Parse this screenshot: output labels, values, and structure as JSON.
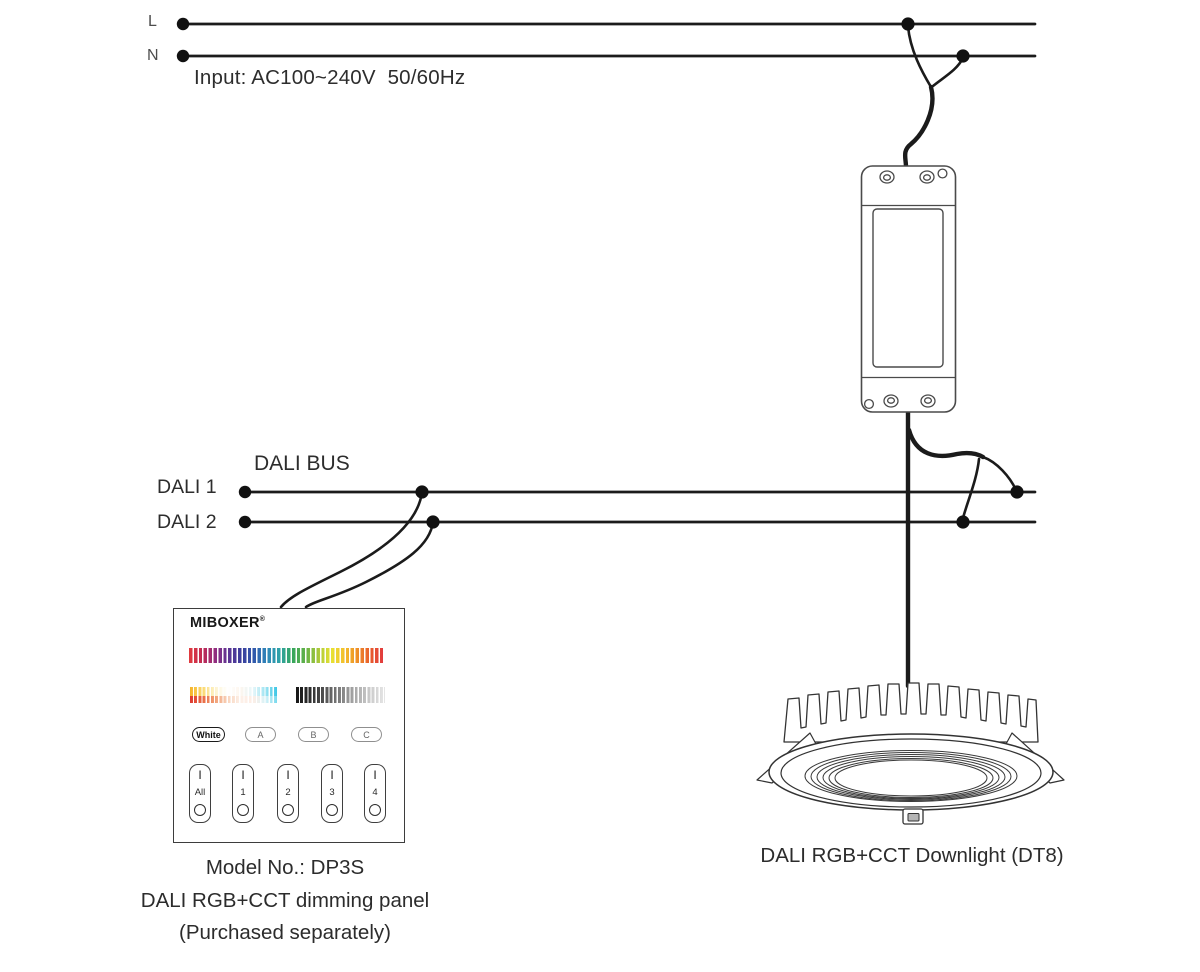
{
  "power": {
    "line_l_label": "L",
    "line_n_label": "N",
    "input_spec": "Input: AC100~240V  50/60Hz"
  },
  "dali_bus": {
    "title": "DALI BUS",
    "line1_label": "DALI 1",
    "line2_label": "DALI 2"
  },
  "panel": {
    "brand": "MIBOXER",
    "registered_mark": "®",
    "scene_buttons": {
      "white": "White",
      "a": "A",
      "b": "B",
      "c": "C"
    },
    "zone_on_symbol": "I",
    "zones": [
      "All",
      "1",
      "2",
      "3",
      "4"
    ],
    "caption": {
      "model": "Model No.: DP3S",
      "name": "DALI RGB+CCT dimming panel",
      "note": "(Purchased separately)"
    },
    "bars": {
      "hue": [
        "#e23b3e",
        "#c12a52",
        "#932d7e",
        "#5f3494",
        "#3c3c9c",
        "#3158ab",
        "#2f86b9",
        "#2fa3a8",
        "#35a65d",
        "#62b148",
        "#a8c83b",
        "#e7e232",
        "#f3c02c",
        "#ee8f27",
        "#e85c2b",
        "#e23b3e"
      ],
      "cct_top": [
        "#f6b52a",
        "#fbd96e",
        "#fdf3cf",
        "#ffffff",
        "#fdf6ee",
        "#e8f7fa",
        "#9fe4f2",
        "#35c4e4"
      ],
      "cct_bottom": [
        "#de3a32",
        "#e96a43",
        "#f1a177",
        "#f8d4bd",
        "#fdf0e8",
        "#fdeee6",
        "#d9f3f8",
        "#6fd6ec"
      ],
      "brightness": [
        "#161616",
        "#2b2b2b",
        "#4a4a4a",
        "#6e6e6e",
        "#939393",
        "#b4b4b4",
        "#cfcfcf",
        "#e6e6e6"
      ]
    }
  },
  "downlight": {
    "caption": "DALI RGB+CCT Downlight (DT8)"
  },
  "colors": {
    "wire": "#1b1b1b",
    "device_outline": "#444444"
  }
}
